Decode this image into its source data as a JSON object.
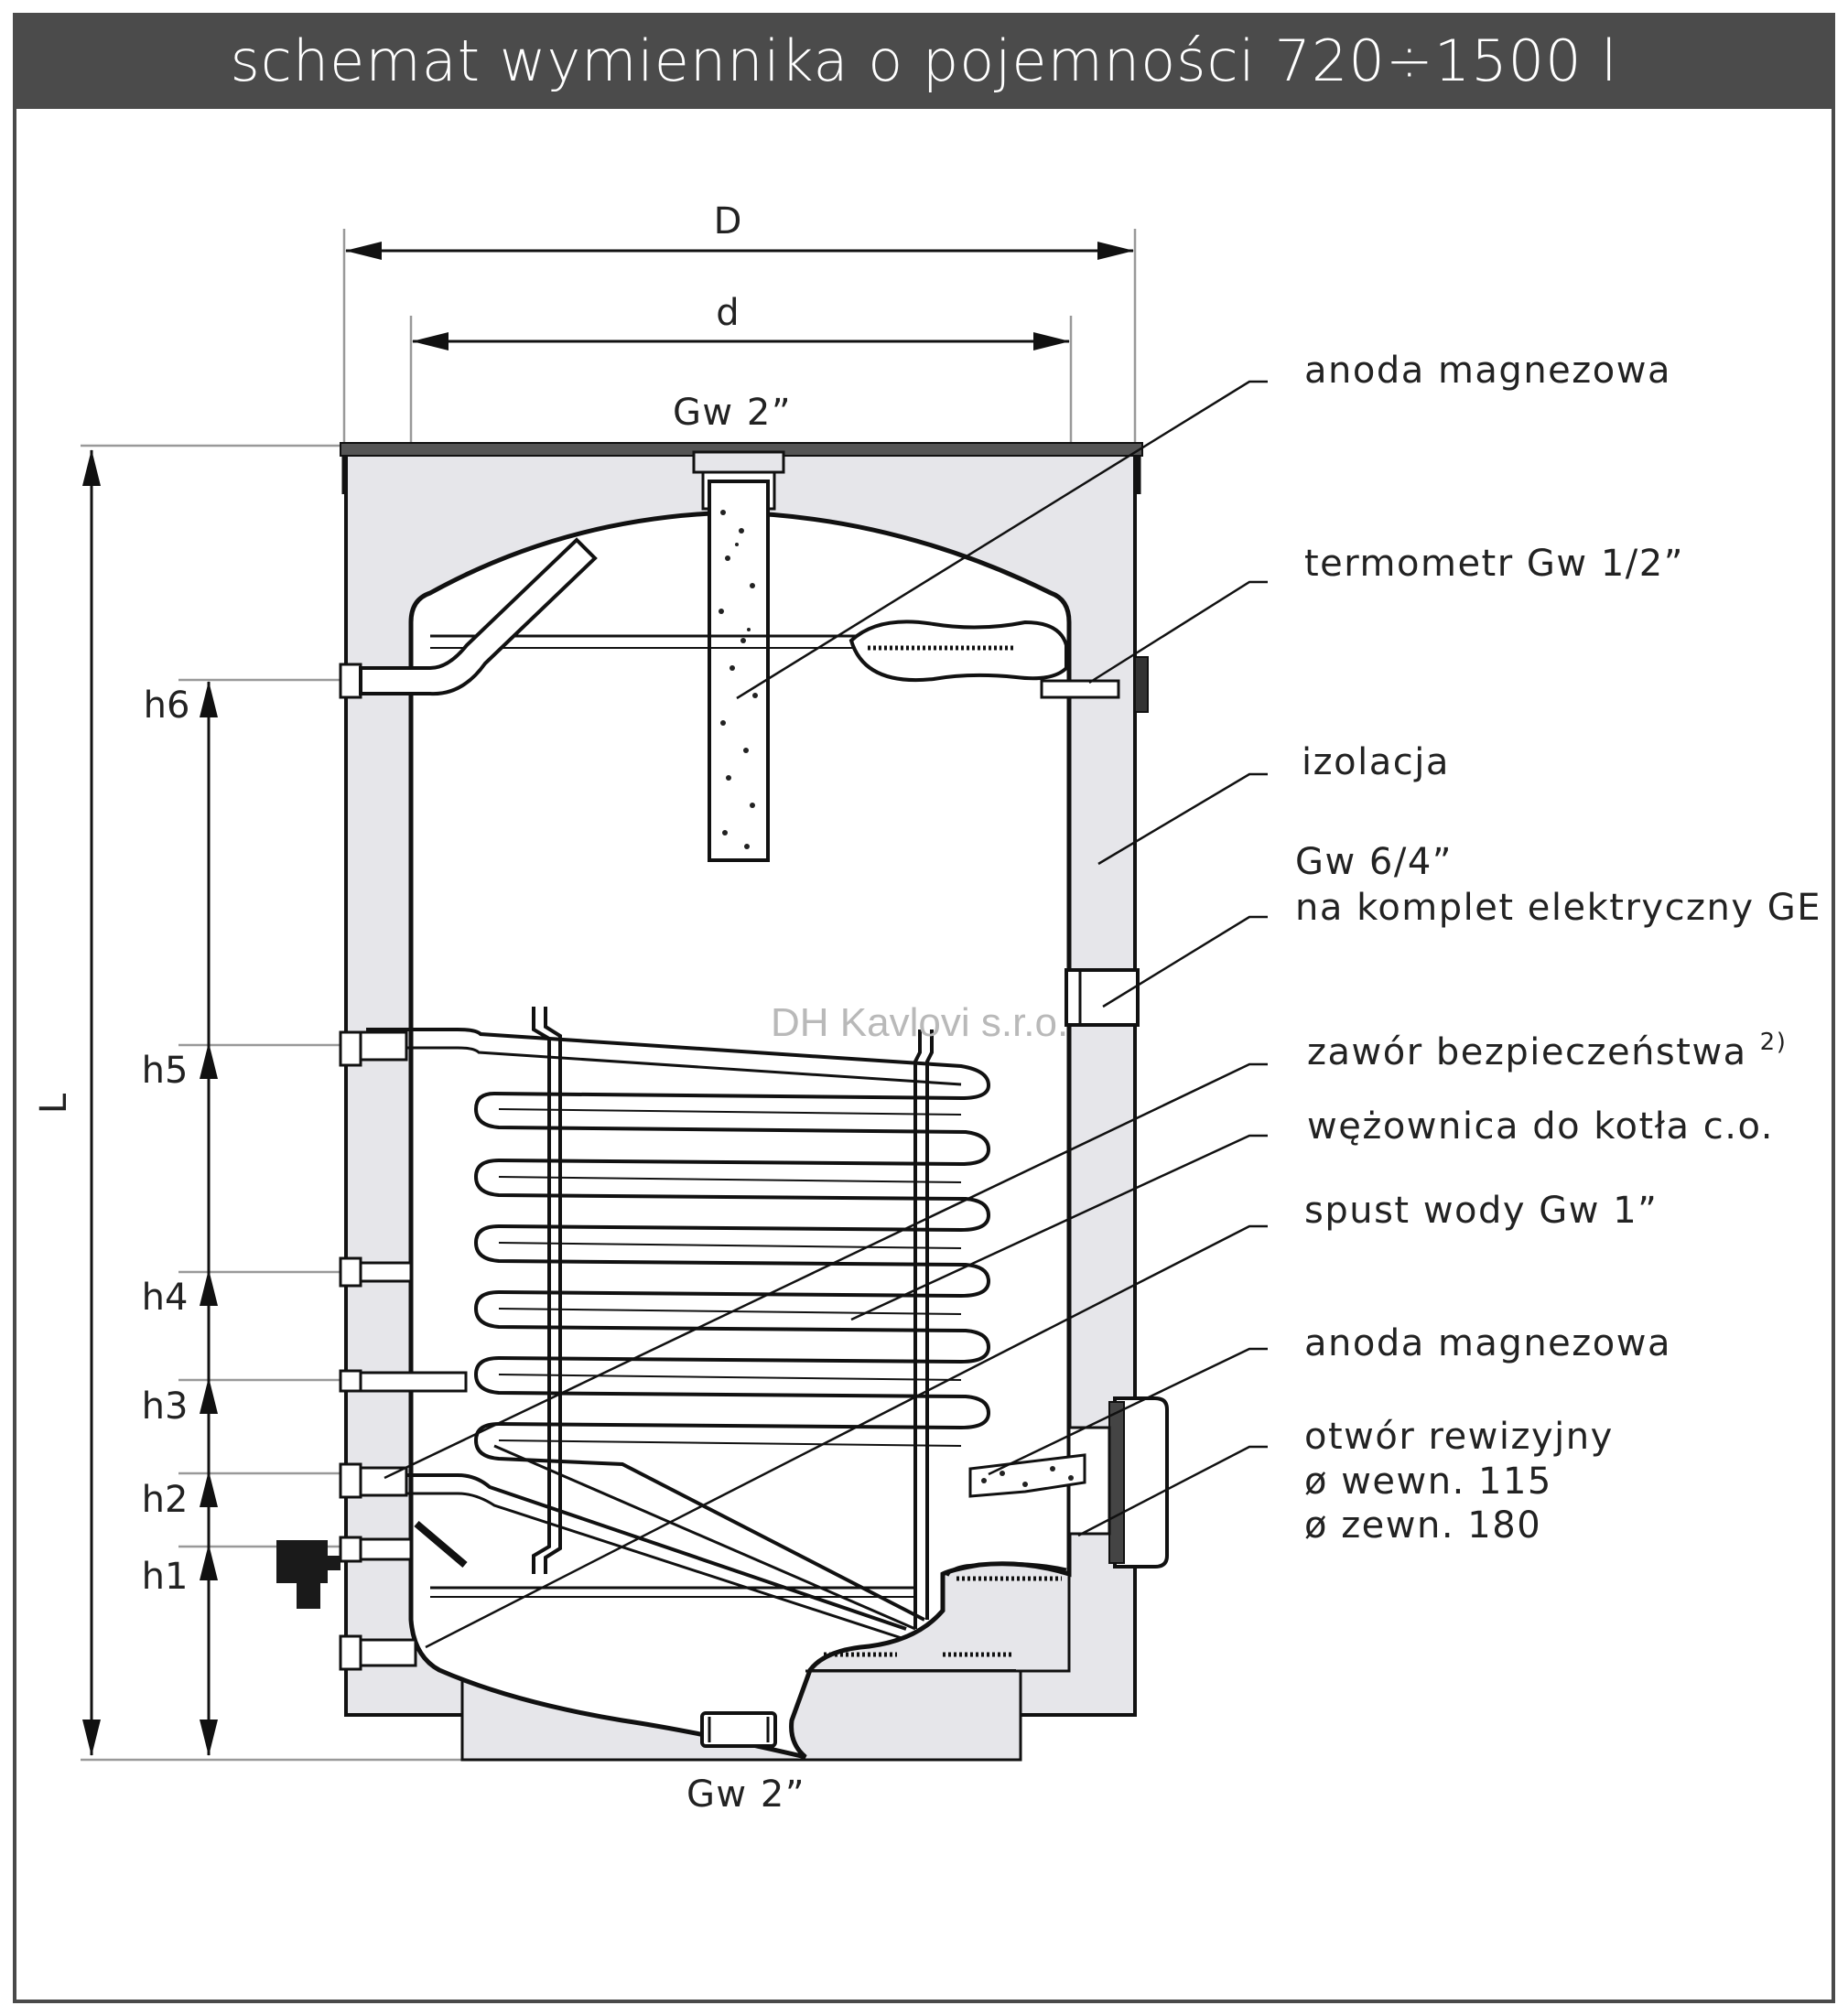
{
  "title": "schemat wymiennika o pojemności 720÷1500 l",
  "watermark": "DH Kavlovi s.r.o.",
  "dimensions": {
    "D": "D",
    "d": "d",
    "L": "L",
    "h1": "h1",
    "h2": "h2",
    "h3": "h3",
    "h4": "h4",
    "h5": "h5",
    "h6": "h6"
  },
  "connections": {
    "top": "Gw 2”",
    "bottom": "Gw 2”"
  },
  "labels": {
    "anode_top": "anoda magnezowa",
    "thermometer": "termometr Gw 1/2”",
    "insulation": "izolacja",
    "electric_line1": "Gw 6/4”",
    "electric_line2": "na komplet elektryczny GE",
    "safety_valve": "zawór bezpieczeństwa",
    "safety_valve_note": "2)",
    "coil": "wężownica do kotła c.o.",
    "drain": "spust wody Gw 1”",
    "anode_bottom": "anoda magnezowa",
    "inspection_line1": "otwór rewizyjny",
    "inspection_line2": "ø wewn. 115",
    "inspection_line3": "ø zewn. 180"
  },
  "colors": {
    "title_bar": "#4b4b4b",
    "insulation": "#e6e6ea",
    "line": "#1a1a1a",
    "watermark": "#b9b9b9"
  }
}
